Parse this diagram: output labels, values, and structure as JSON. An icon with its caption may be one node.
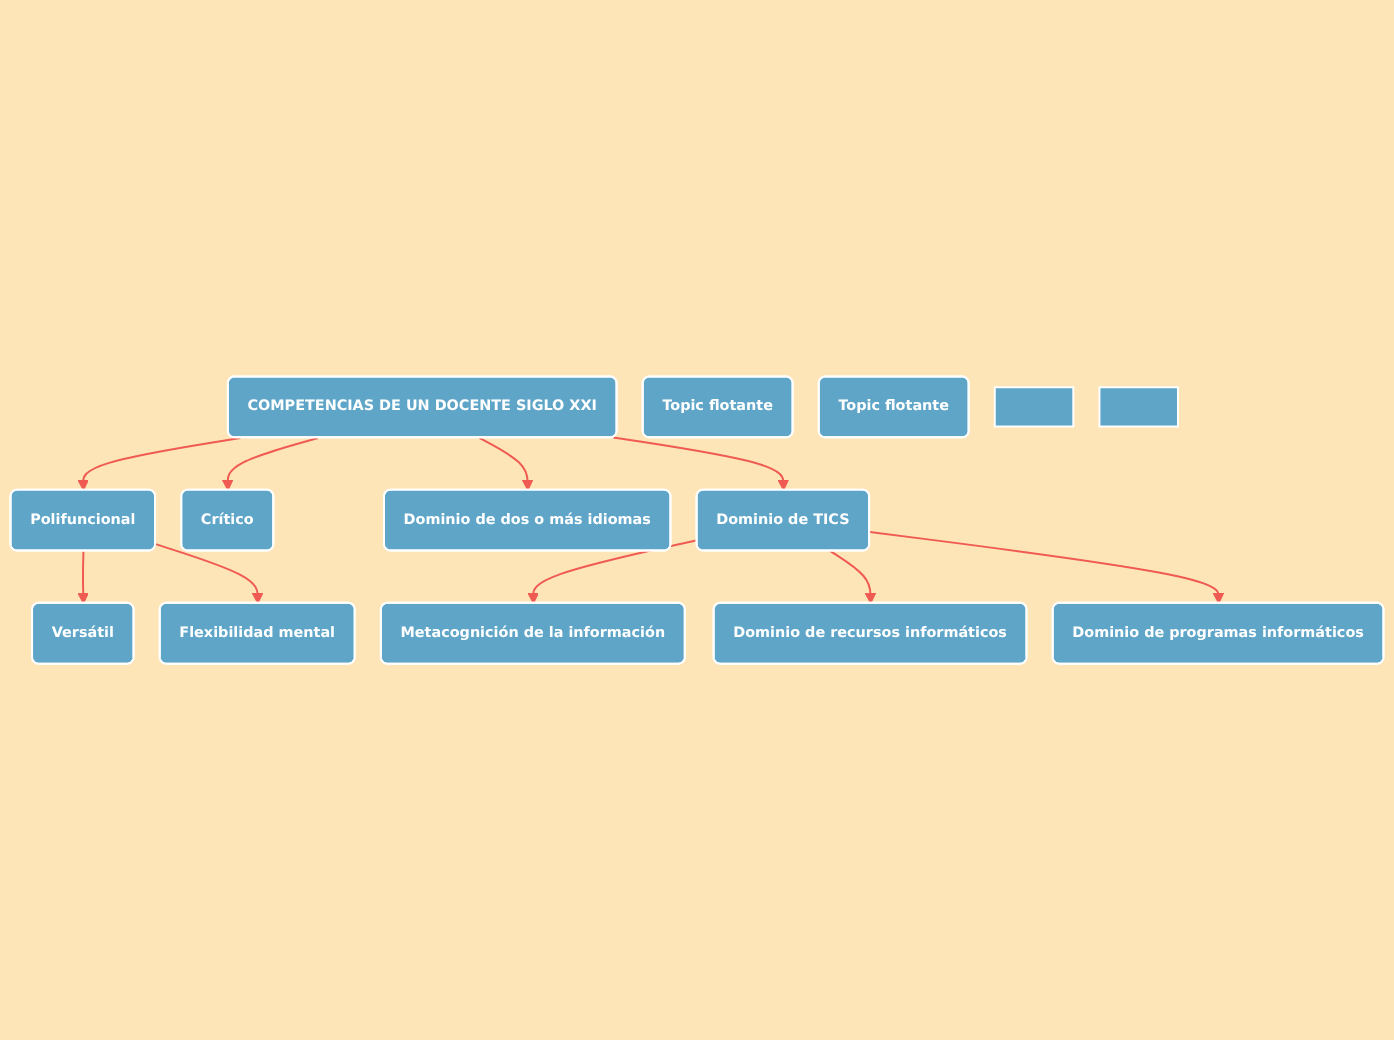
{
  "diagram": {
    "nodes": [
      {
        "text": [
          "COMPETENCIAS DE UN DOCENTE SIGLO XXI"
        ]
      },
      {
        "text": [
          "Polifuncional"
        ]
      },
      {
        "text": [
          "Crítico"
        ]
      },
      {
        "text": [
          "Dominio de TICS"
        ]
      },
      {
        "text": [
          "Versátil"
        ]
      },
      {
        "text": [
          "Flexibilidad mental"
        ]
      },
      {
        "text": [
          "Metacognición de la información"
        ]
      },
      {
        "text": [
          "Dominio de recursos informáticos"
        ]
      },
      {
        "text": [
          "Dominio de programas informáticos"
        ]
      },
      {
        "text": [
          "Dominio de dos o más idiomas"
        ]
      },
      {
        "text": [
          "Topic flotante"
        ]
      },
      {
        "text": [
          "Topic flotante"
        ]
      },
      {
        "text": [],
        "shape": "box"
      },
      {
        "text": [],
        "shape": "box"
      }
    ],
    "edges": [
      {
        "from": 0,
        "to": 1,
        "arrow": "to"
      },
      {
        "from": 0,
        "to": 2,
        "arrow": "to"
      },
      {
        "from": 0,
        "to": 3,
        "arrow": "to"
      },
      {
        "from": 0,
        "to": 9,
        "arrow": "to"
      },
      {
        "from": 1,
        "to": 4,
        "arrow": "to"
      },
      {
        "from": 1,
        "to": 5,
        "arrow": "to"
      },
      {
        "from": 3,
        "to": 6,
        "arrow": "to"
      },
      {
        "from": 3,
        "to": 7,
        "arrow": "to"
      },
      {
        "from": 3,
        "to": 8,
        "arrow": "to"
      }
    ]
  }
}
